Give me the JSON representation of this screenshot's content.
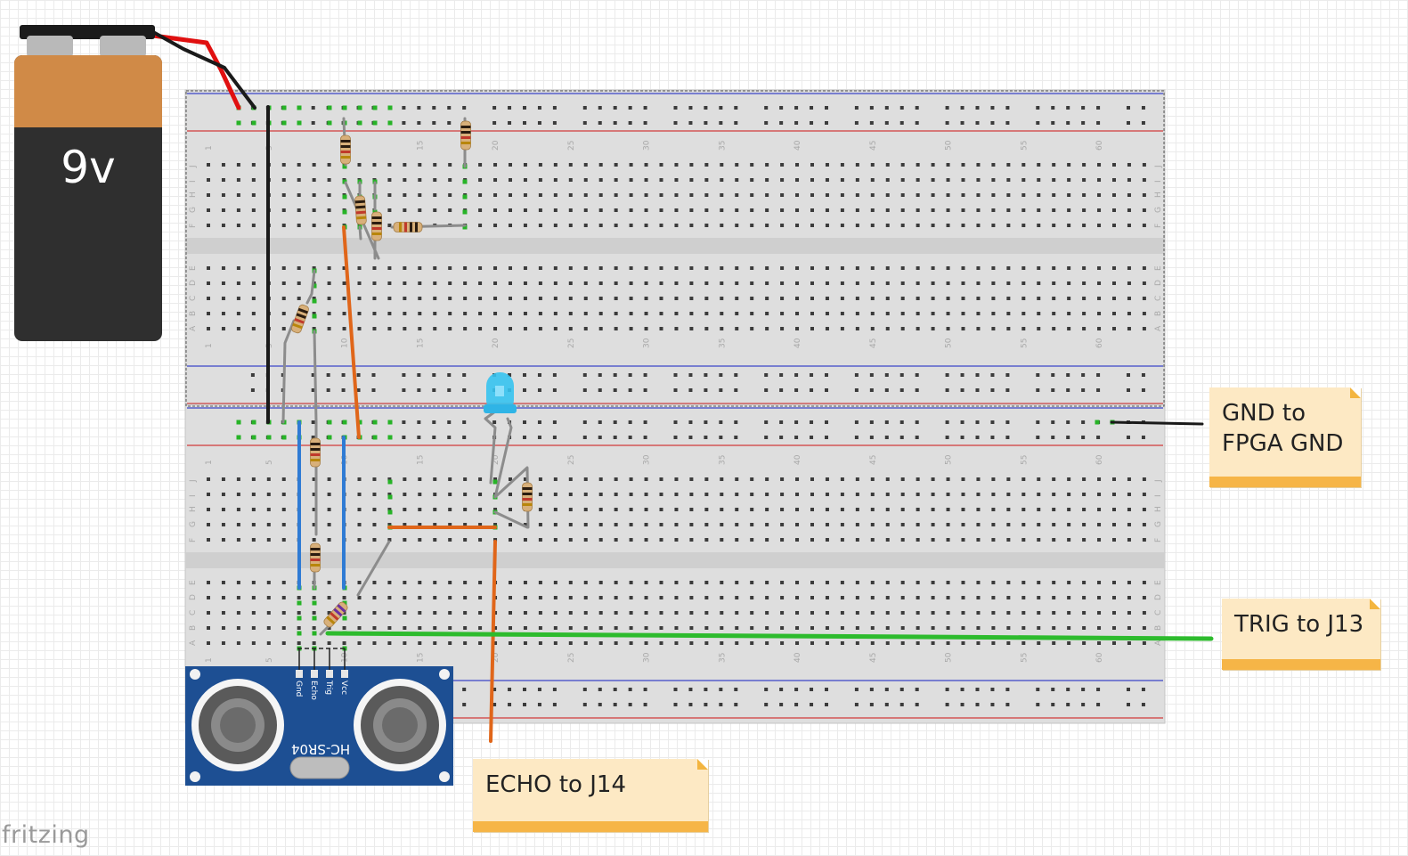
{
  "battery": {
    "label": "9v"
  },
  "sensor": {
    "model": "HC-SR04",
    "pins": [
      "Gnd",
      "Echo",
      "Trig",
      "Vcc"
    ]
  },
  "notes": {
    "gnd": "GND to\nFPGA GND",
    "trig": "TRIG to J13",
    "echo": "ECHO to J14"
  },
  "breadboard": {
    "column_numbers": [
      "1",
      "5",
      "10",
      "15",
      "20",
      "25",
      "30",
      "35",
      "40",
      "45",
      "50",
      "55",
      "60"
    ],
    "row_letters_top": [
      "J",
      "I",
      "H",
      "G",
      "F"
    ],
    "row_letters_bottom": [
      "E",
      "D",
      "C",
      "B",
      "A"
    ]
  },
  "components": {
    "led_color": "#36c3f0",
    "wire_colors": {
      "black": "#1a1a1a",
      "orange": "#e0661a",
      "blue": "#2f7bd4",
      "green": "#2dbb2d",
      "gray": "#8c8c8c",
      "red": "#e01010"
    }
  },
  "watermark": "fritzing"
}
